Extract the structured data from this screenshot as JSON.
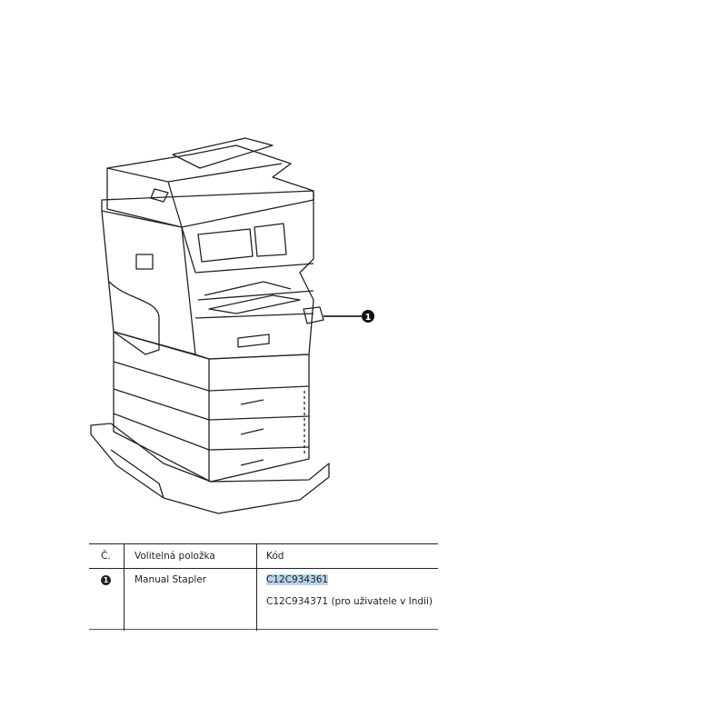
{
  "illustration": {
    "callout_number": "1"
  },
  "table": {
    "headers": [
      "Č.",
      "Volitelná položka",
      "Kód"
    ],
    "rows": [
      {
        "number": "1",
        "item": "Manual Stapler",
        "codes": [
          "C12C934361",
          "C12C934371 (pro uživatele v Indii)"
        ]
      }
    ]
  },
  "colors": {
    "highlight": "#b9d3ec"
  }
}
